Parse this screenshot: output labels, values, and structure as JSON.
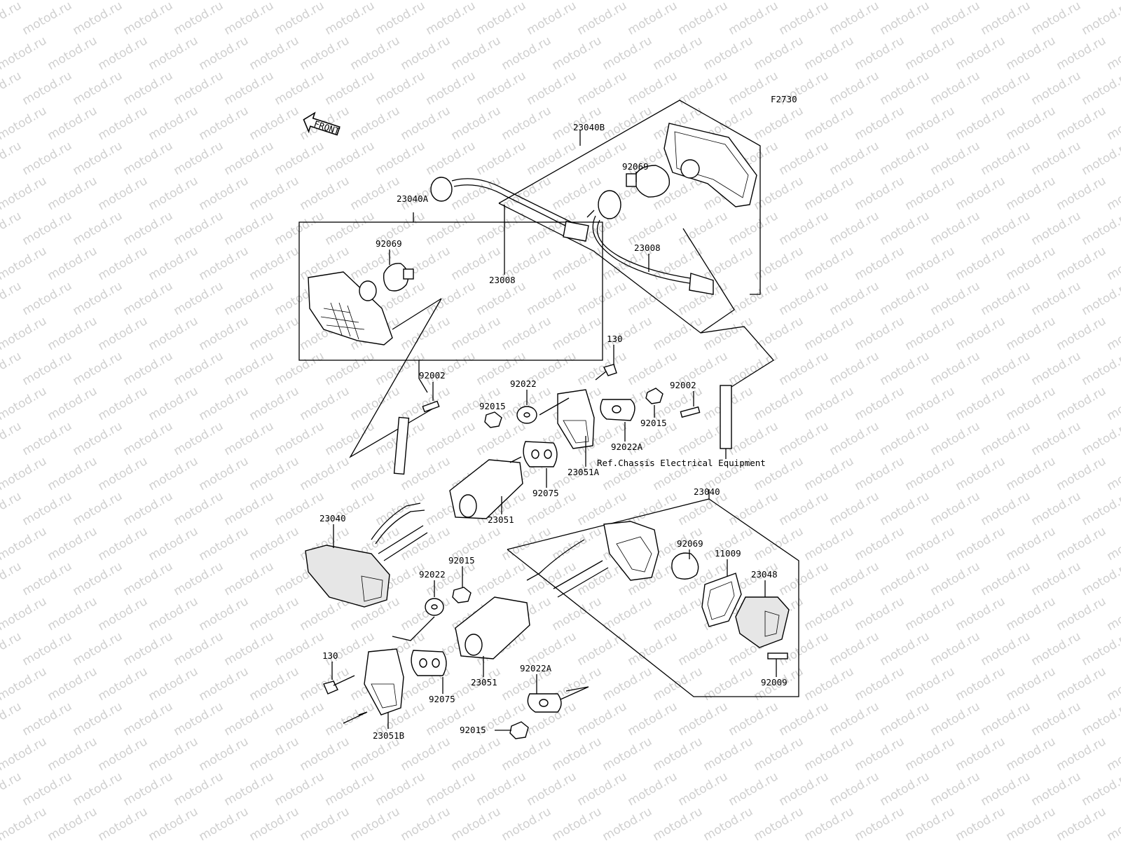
{
  "watermark": "motod.ru",
  "diagram_code": "F2730",
  "front_label": "FRONT",
  "ref_note": "Ref.Chassis Electrical Equipment",
  "labels": {
    "l_23040B": "23040B",
    "l_92069_top": "92069",
    "l_23008_right": "23008",
    "l_23040A": "23040A",
    "l_92069_left": "92069",
    "l_23008_left": "23008",
    "l_130_top": "130",
    "l_92002_left": "92002",
    "l_92022_mid": "92022",
    "l_92015_mid": "92015",
    "l_92002_right": "92002",
    "l_92015_right": "92015",
    "l_92022A_top": "92022A",
    "l_23051A": "23051A",
    "l_92075_mid": "92075",
    "l_23051_mid": "23051",
    "l_23040_left": "23040",
    "l_23040_right": "23040",
    "l_92069_right": "92069",
    "l_11009": "11009",
    "l_23048": "23048",
    "l_92009": "92009",
    "l_92015_low": "92015",
    "l_92022_low": "92022",
    "l_130_low": "130",
    "l_92075_low": "92075",
    "l_23051_low": "23051",
    "l_92022A_low": "92022A",
    "l_23051B": "23051B",
    "l_92015_bottom": "92015"
  }
}
